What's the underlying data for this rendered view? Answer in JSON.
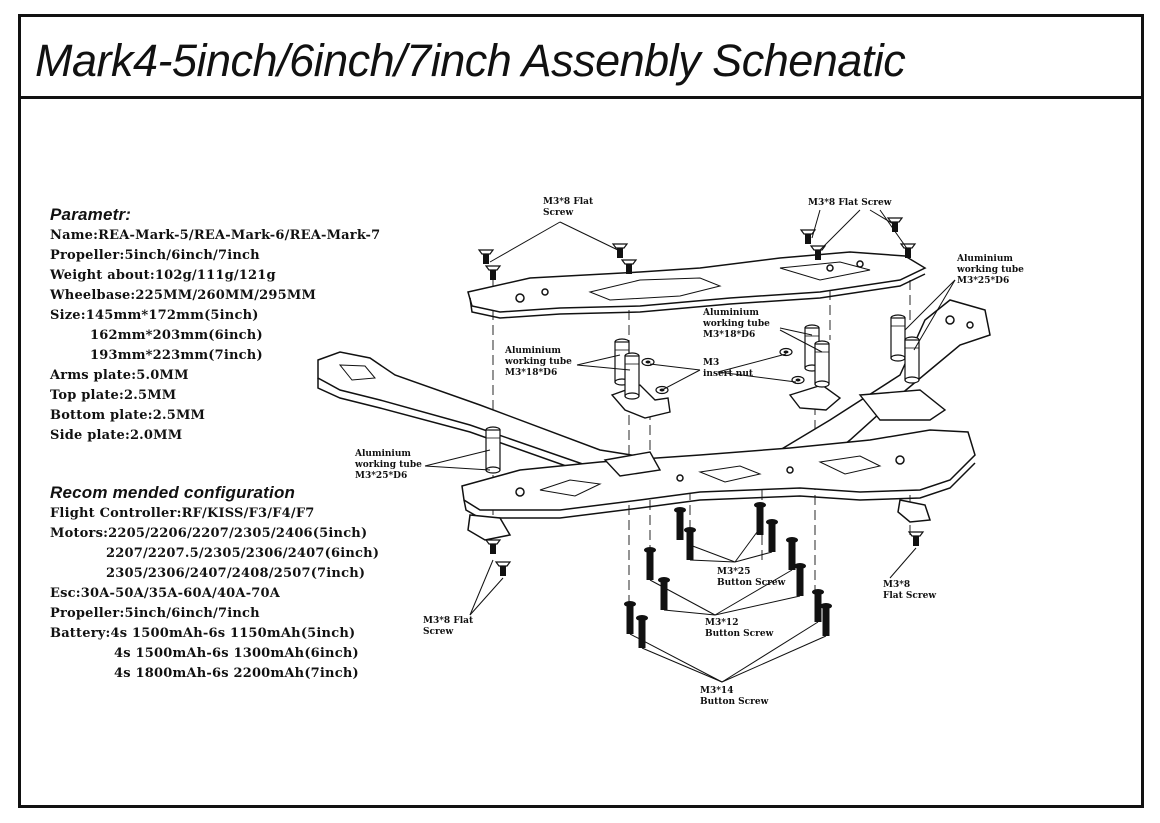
{
  "title": "Mark4-5inch/6inch/7inch Assenbly Schenatic",
  "params": {
    "heading": "Parametr:",
    "lines": [
      "Name:REA-Mark-5/REA-Mark-6/REA-Mark-7",
      "Propeller:5inch/6inch/7inch",
      "Weight about:102g/111g/121g",
      "Wheelbase:225MM/260MM/295MM",
      "Size:145mm*172mm(5inch)",
      "162mm*203mm(6inch)",
      "193mm*223mm(7inch)",
      "Arms plate:5.0MM",
      "Top plate:2.5MM",
      "Bottom plate:2.5MM",
      "Side plate:2.0MM"
    ]
  },
  "config": {
    "heading": "Recom mended configuration",
    "lines": [
      "Flight Controller:RF/KISS/F3/F4/F7",
      "Motors:2205/2206/2207/2305/2406(5inch)",
      "2207/2207.5/2305/2306/2407(6inch)",
      "2305/2306/2407/2408/2507(7inch)",
      "Esc:30A-50A/35A-60A/40A-70A",
      "Propeller:5inch/6inch/7inch",
      "Battery:4s 1500mAh-6s 1150mAh(5inch)",
      "4s 1500mAh-6s 1300mAh(6inch)",
      "4s 1800mAh-6s 2200mAh(7inch)"
    ]
  },
  "labels": {
    "flat_screw_top_left": [
      "M3*8 Flat",
      "Screw"
    ],
    "flat_screw_top_right": [
      "M3*8 Flat Screw"
    ],
    "alu_tube_right": [
      "Aluminium",
      "working tube",
      "M3*25*D6"
    ],
    "alu_tube_mid_right": [
      "Aluminium",
      "working tube",
      "M3*18*D6"
    ],
    "alu_tube_mid_left": [
      "Aluminium",
      "working tube",
      "M3*18*D6"
    ],
    "insert_nut": [
      "M3",
      "insert nut"
    ],
    "alu_tube_left": [
      "Aluminium",
      "working tube",
      "M3*25*D6"
    ],
    "button_screw_25": [
      "M3*25",
      "Button Screw"
    ],
    "flat_screw_right": [
      "M3*8",
      "Flat Screw"
    ],
    "button_screw_12": [
      "M3*12",
      "Button Screw"
    ],
    "flat_screw_left": [
      "M3*8 Flat",
      "Screw"
    ],
    "button_screw_14": [
      "M3*14",
      "Button Screw"
    ]
  }
}
